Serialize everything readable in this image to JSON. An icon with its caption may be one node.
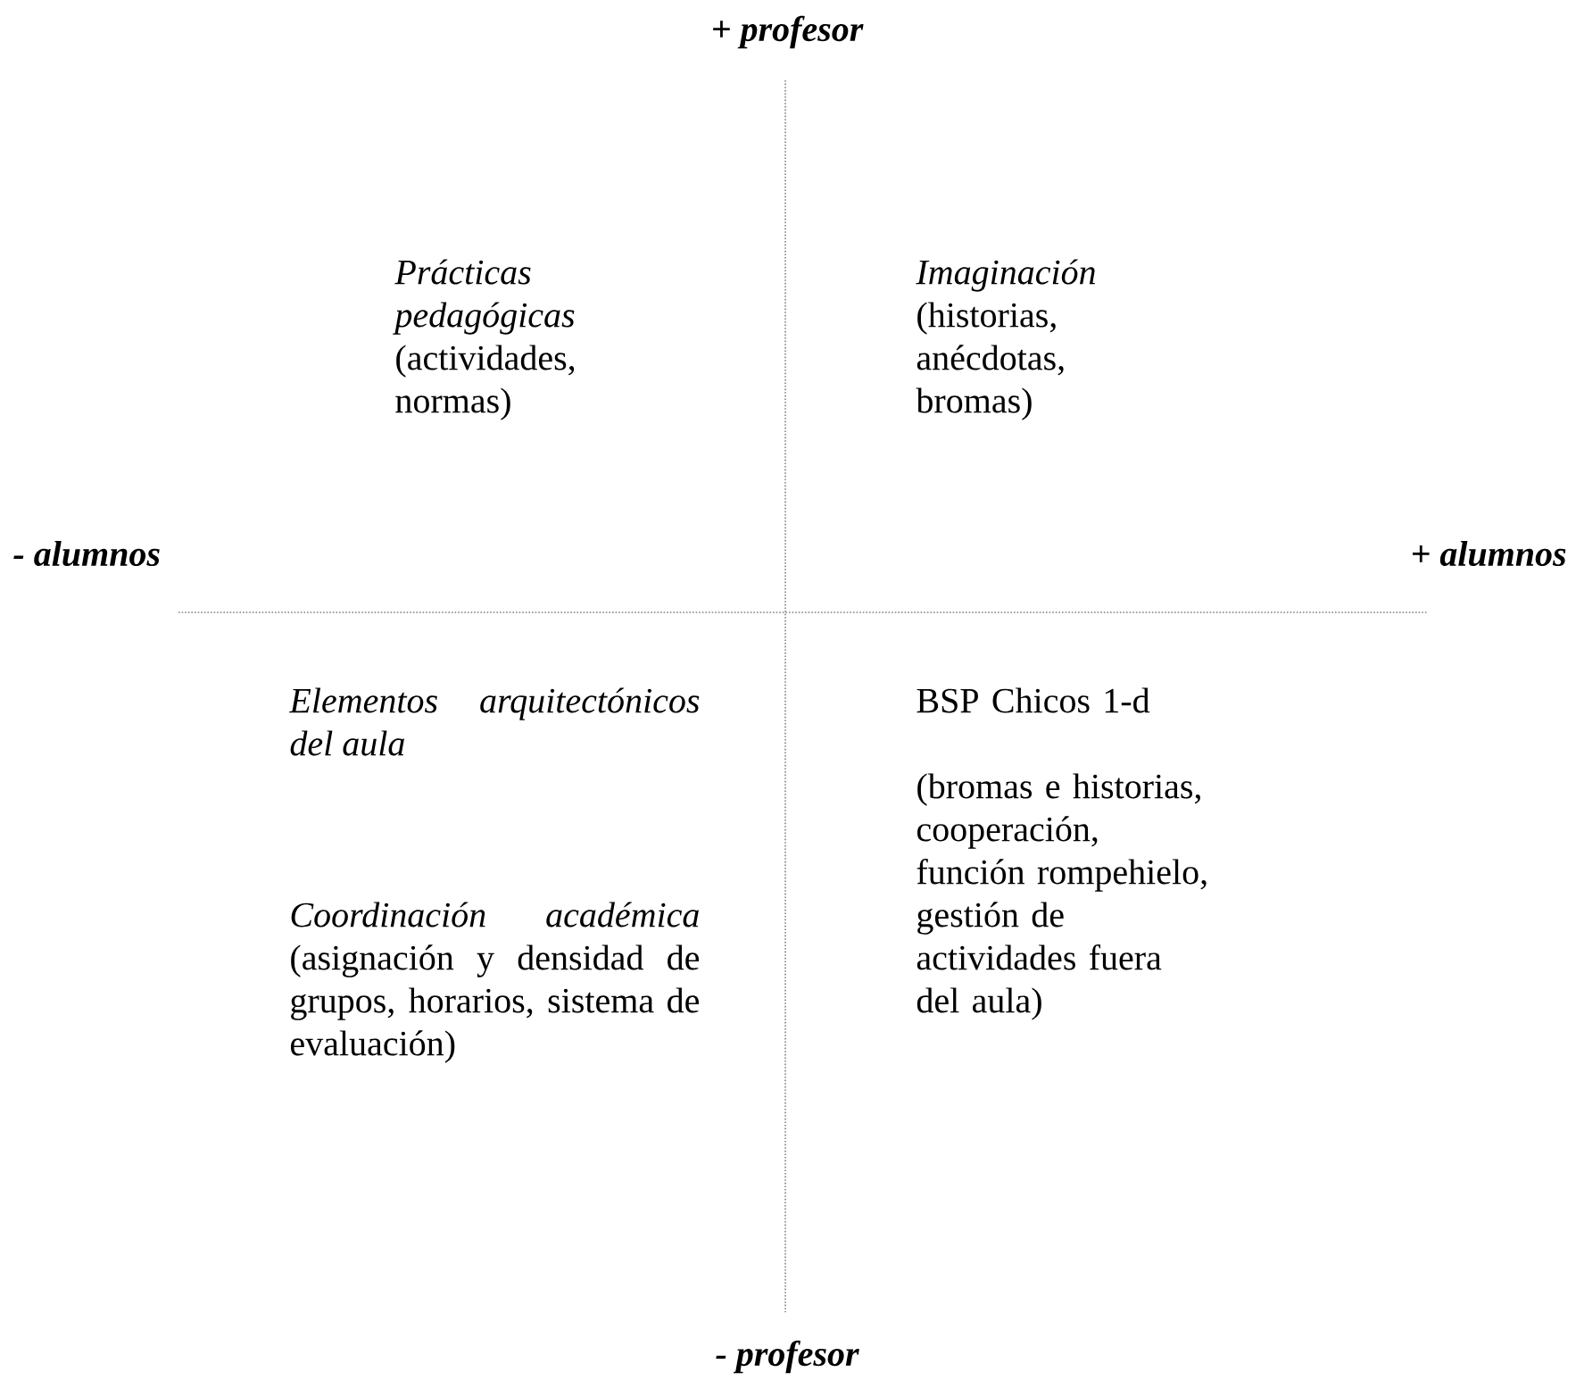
{
  "diagram": {
    "labels": [
      "+ profesor",
      "*Prácticas pedagógicas* (actividades, normas)",
      "*Imaginación* (historias, anécdotas, bromas)",
      "- alumnos",
      "+ alumnos",
      "Elementos arquitectónicos del aula",
      "*Coordinación académica* (asignación y densidad de grupos, horarios, sistema de evaluación)",
      "BSP Chicos 1-d",
      "(bromas e historias, cooperación, función rompehielo, gestión de actividades fuera del aula)",
      "- profesor"
    ]
  }
}
